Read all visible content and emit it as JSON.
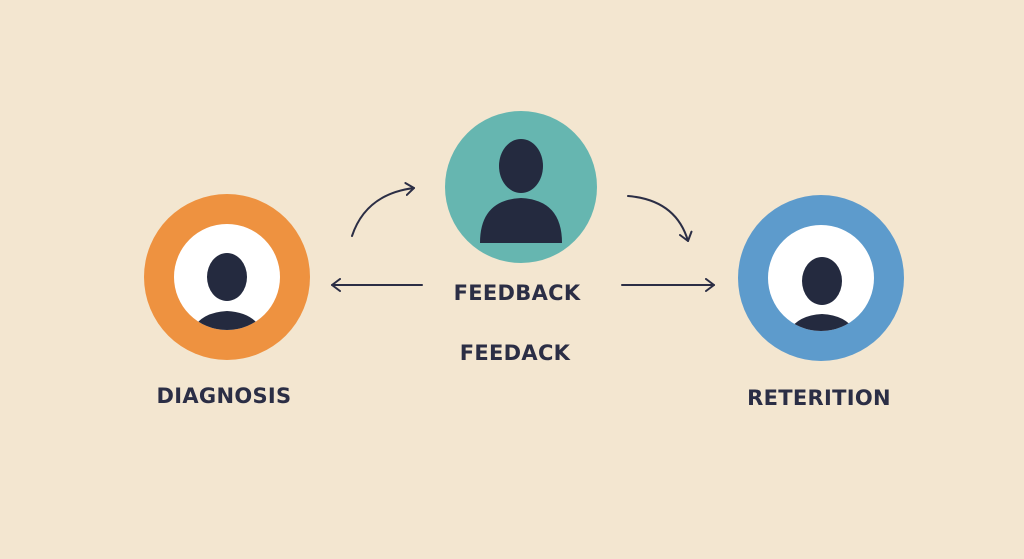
{
  "labels": {
    "diagnosis": "DIAGNOSIS",
    "feedback_top": "FEEDBACK",
    "feedback_bottom": "FEEDACK",
    "retention": "RETERITION"
  },
  "nodes": [
    {
      "id": "diagnosis",
      "label_key": "diagnosis",
      "ring_color": "#EE9240",
      "inner_color": "#FFFFFF",
      "has_inner_ring": true
    },
    {
      "id": "feedback",
      "label_key": "feedback_top",
      "ring_color": "#66B6B0",
      "inner_color": "#66B6B0",
      "has_inner_ring": false
    },
    {
      "id": "retention",
      "label_key": "retention",
      "ring_color": "#5D9BCC",
      "inner_color": "#FFFFFF",
      "has_inner_ring": true
    }
  ],
  "icons": {
    "person": "person-silhouette-icon",
    "arrow": "arrow-icon"
  },
  "colors": {
    "background": "#F3E6D0",
    "text": "#2B2E45",
    "silhouette": "#242A3F",
    "arrow": "#2B2E45"
  }
}
